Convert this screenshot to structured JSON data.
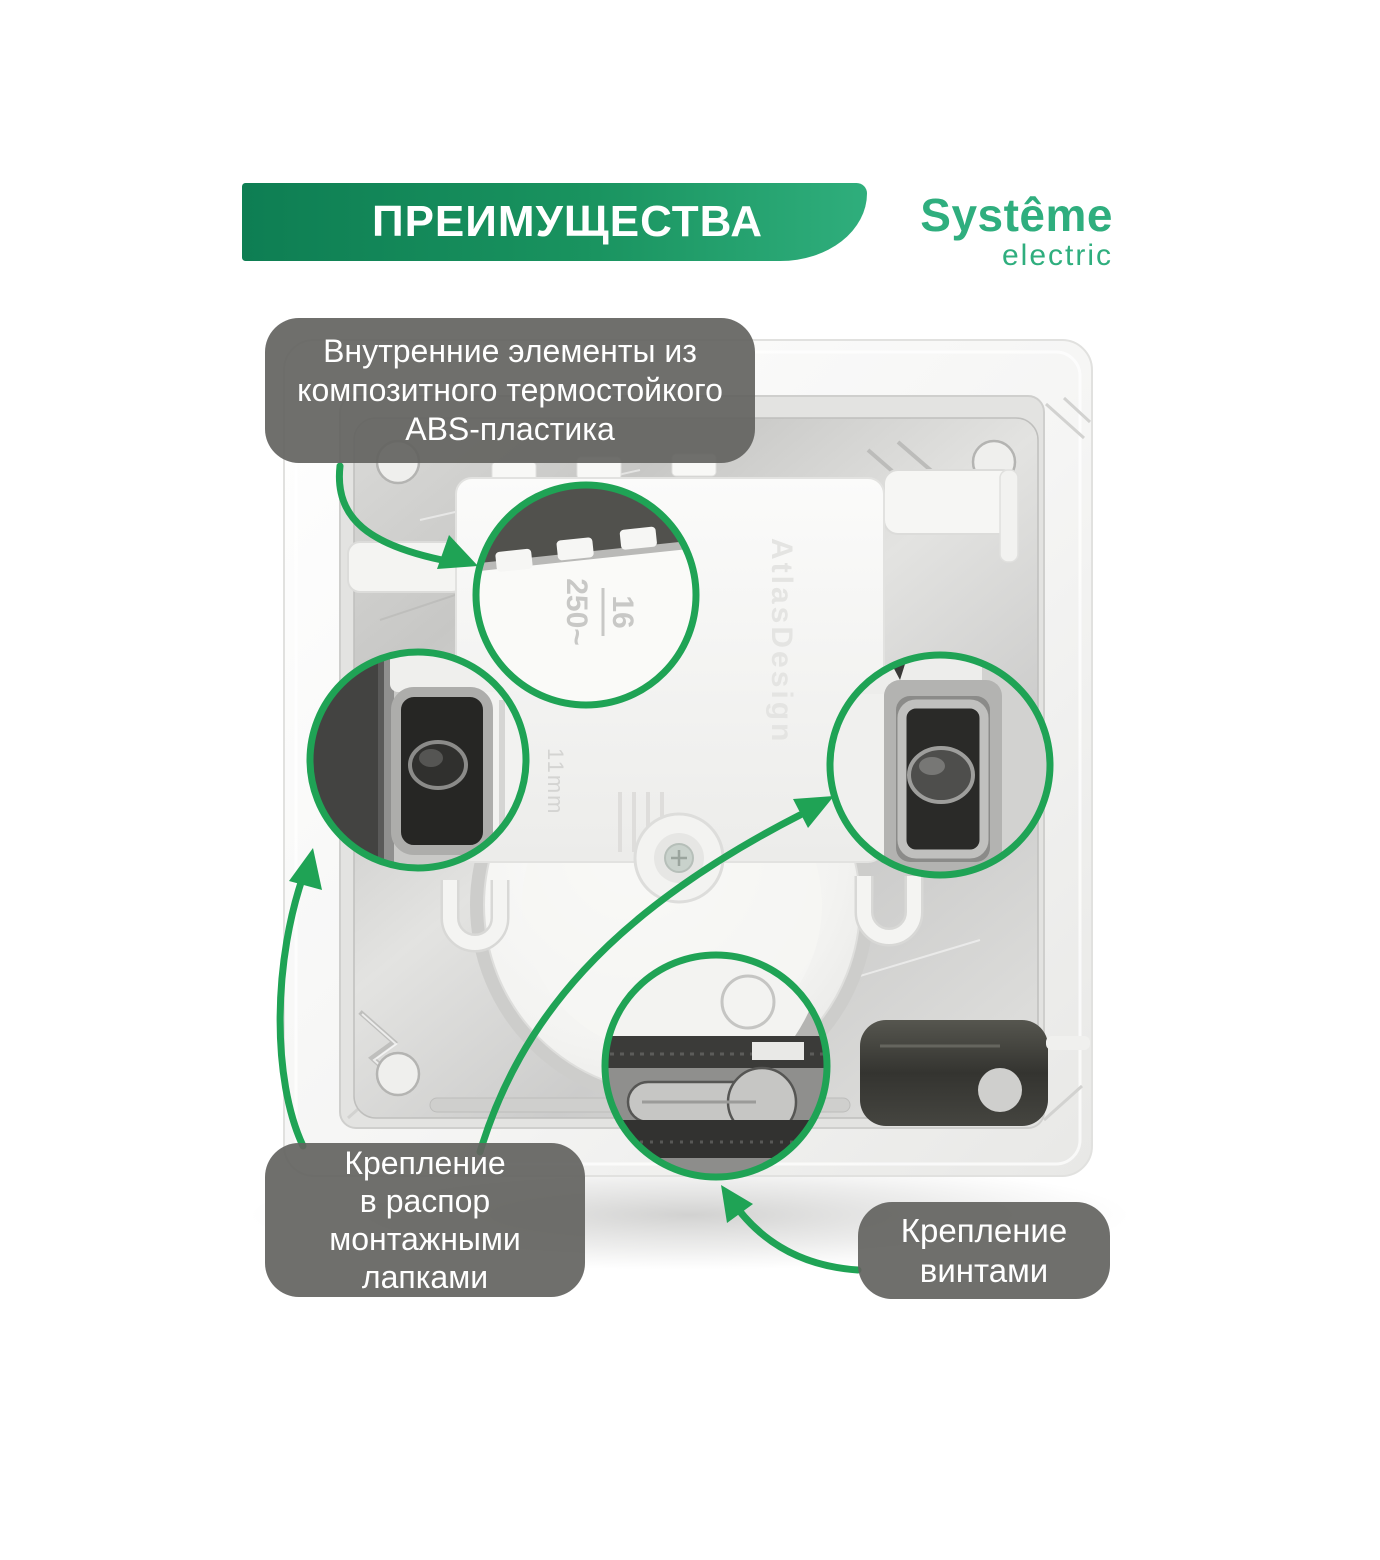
{
  "header": {
    "title": "ПРЕИМУЩЕСТВА",
    "brand": {
      "name_top": "Systême",
      "name_bottom": "electric"
    }
  },
  "callouts": {
    "abs": {
      "lines": [
        "Внутренние элементы из",
        "композитного термостойкого",
        "ABS-пластика"
      ]
    },
    "claws": {
      "lines": [
        "Крепление",
        "в распор",
        "монтажными",
        "лапками"
      ]
    },
    "screws": {
      "lines": [
        "Крепление",
        "винтами"
      ]
    }
  },
  "product": {
    "markings": {
      "rating_top": "16",
      "rating_bottom": "250~",
      "series": "AtlasDesign",
      "gauge": "11mm"
    }
  },
  "colors": {
    "accent_green": "#1FA355",
    "brand_green": "#2FAE7E",
    "banner_green_dark": "#0E7E53",
    "banner_green_light": "#2FAE7C",
    "callout_gray": "#636360"
  }
}
